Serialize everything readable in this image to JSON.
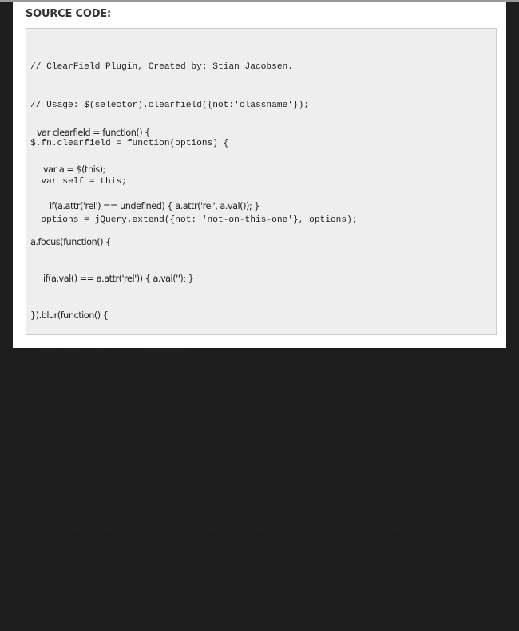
{
  "title": "SOURCE CODE:",
  "mono_lines": [
    "// ClearField Plugin, Created by: Stian Jacobsen.",
    "// Usage: $(selector).clearfield({not:'classname'});",
    "$.fn.clearfield = function(options) {",
    "  var self = this;",
    "  options = jQuery.extend({not: 'not-on-this-one'}, options);"
  ],
  "sans_lines": [
    "var clearfield = function() {",
    "var a = $(this);",
    "if(a.attr('rel') == undefined) { a.attr('rel', a.val()); }",
    "a.focus(function() {",
    "if(a.val() == a.attr('rel')) { a.val(''); }",
    "}).blur(function() {",
    "if(a.val() == '') { a.val(a.attr('rel')); }",
    "});",
    "};",
    "",
    "return self.each(function() {",
    "$('input[@type=text], input[@type=password]', self).not('.'+options.not).each(clearfield);",
    "});",
    "}"
  ]
}
